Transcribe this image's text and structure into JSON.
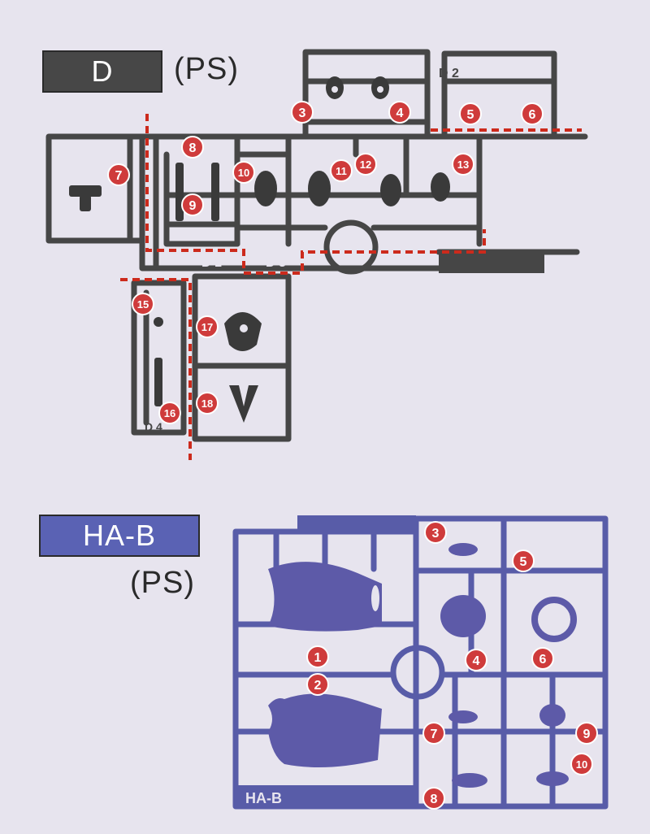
{
  "runners": [
    {
      "name": "D",
      "material": "(PS)",
      "color": "#464646",
      "sub_labels": [
        "D 1",
        "D 3",
        "D 2",
        "D 4"
      ],
      "parts": [
        "3",
        "4",
        "5",
        "6",
        "7",
        "8",
        "9",
        "10",
        "11",
        "12",
        "13",
        "15",
        "16",
        "17",
        "18"
      ]
    },
    {
      "name": "HA-B",
      "material": "(PS)",
      "color": "#585ca8",
      "plate_label": "HA-B",
      "parts": [
        "1",
        "2",
        "3",
        "4",
        "5",
        "6",
        "7",
        "8",
        "9",
        "10"
      ]
    }
  ],
  "colors": {
    "background": "#e7e4ee",
    "marker_fill": "#cf3b3b",
    "cut_line": "#cc2a1c"
  }
}
